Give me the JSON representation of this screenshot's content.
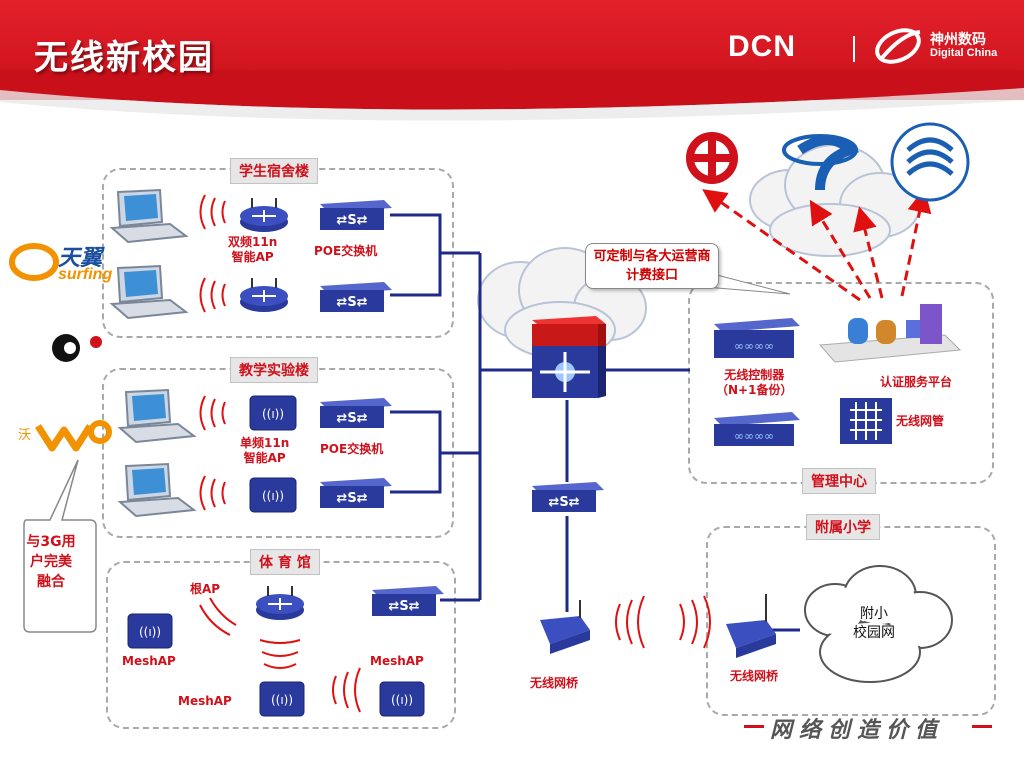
{
  "header": {
    "title": "无线新校园",
    "dcn_logo": "DCN",
    "dc_name": "神州数码",
    "dc_name_en": "Digital China"
  },
  "carriers": {
    "tianyi_cn": "天翼",
    "tianyi_en": "surfing",
    "wo_text": "沃",
    "callout": "与3G用户完美融合"
  },
  "dorm": {
    "tag": "学生宿舍楼",
    "ap_label": "双频11n\n智能AP",
    "switch_label": "POE交换机"
  },
  "lab": {
    "tag": "教学实验楼",
    "ap_label": "单频11n\n智能AP",
    "switch_label": "POE交换机"
  },
  "gym": {
    "tag": "体 育 馆",
    "root_ap": "根AP",
    "mesh_ap_1": "MeshAP",
    "mesh_ap_2": "MeshAP",
    "mesh_ap_3": "MeshAP"
  },
  "core": {
    "billing_callout": "可定制与各大运营商计费接口"
  },
  "management": {
    "tag": "管理中心",
    "controller_label": "无线控制器\n（N+1备份）",
    "auth_label": "认证服务平台",
    "nms_label": "无线网管"
  },
  "bridge": {
    "left_label": "无线网桥",
    "right_label": "无线网桥"
  },
  "primary_school": {
    "tag": "附属小学",
    "cloud_text": "附小\n校园网"
  },
  "footer": {
    "slogan": "网络创造价值"
  },
  "colors": {
    "brand_red": "#d0101a",
    "device_blue": "#2a3a9c",
    "link_blue": "#1e2a8a"
  }
}
